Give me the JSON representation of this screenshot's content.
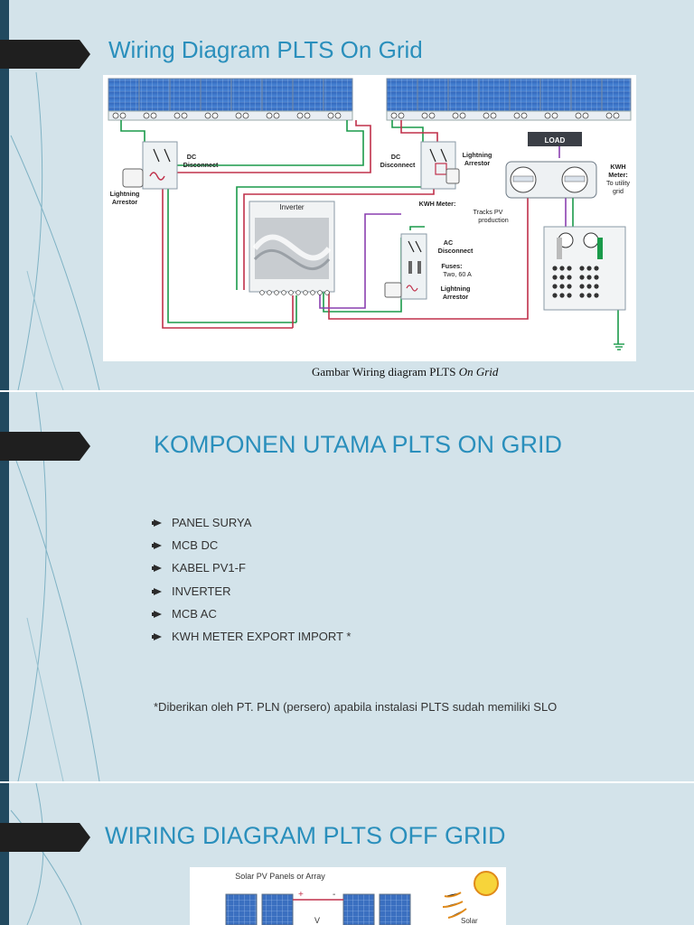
{
  "slide1": {
    "title": "Wiring Diagram PLTS On Grid",
    "caption_main": "Gambar Wiring diagram PLTS ",
    "caption_italic": "On Grid",
    "diagram": {
      "load": "LOAD",
      "dc_disconnect_left_1": "DC",
      "dc_disconnect_left_2": "Disconnect",
      "lightning_left_1": "Lightning",
      "lightning_left_2": "Arrestor",
      "dc_disconnect_right_1": "DC",
      "dc_disconnect_right_2": "Disconnect",
      "lightning_right_1": "Lightning",
      "lightning_right_2": "Arrestor",
      "inverter": "Inverter",
      "kwh_meter_1": "KWH",
      "kwh_meter_2": "Meter:",
      "kwh_meter_3": "To utility",
      "kwh_meter_4": "grid",
      "kwh_tracks_1": "KWH Meter:",
      "kwh_tracks_2": "Tracks PV",
      "kwh_tracks_3": "production",
      "ac_disconnect_1": "AC",
      "ac_disconnect_2": "Disconnect",
      "fuses_1": "Fuses:",
      "fuses_2": "Two, 60 A",
      "lightning_ac_1": "Lightning",
      "lightning_ac_2": "Arrestor"
    }
  },
  "slide2": {
    "title": "KOMPONEN UTAMA PLTS ON GRID",
    "items": [
      "PANEL SURYA",
      "MCB DC",
      "KABEL PV1-F",
      "INVERTER",
      "MCB AC",
      "KWH METER EXPORT IMPORT *"
    ],
    "note": "*Diberikan oleh PT. PLN (persero) apabila instalasi PLTS sudah memiliki SLO"
  },
  "slide3": {
    "title": "WIRING DIAGRAM PLTS OFF GRID",
    "diagram": {
      "panels_label": "Solar PV Panels or Array",
      "plus": "+",
      "minus": "-",
      "v": "V",
      "solar": "Solar"
    }
  },
  "colors": {
    "accent": "#2a8fbc",
    "sidebar": "#21495f",
    "slide_bg": "#d3e3ea",
    "wire_red": "#c0304a",
    "wire_green": "#1a9a4a",
    "wire_purple": "#8a3fb0"
  }
}
